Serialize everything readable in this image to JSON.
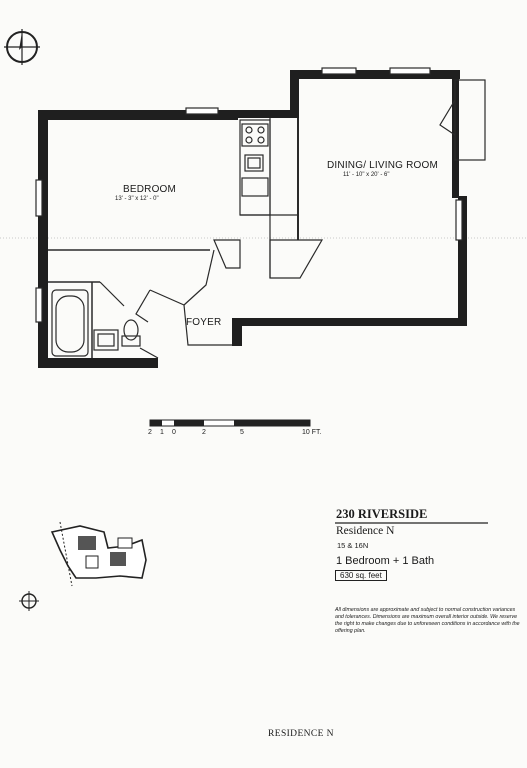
{
  "plan": {
    "rooms": {
      "bedroom": {
        "name": "BEDROOM",
        "dims": "13' - 3\" x 12' - 0\""
      },
      "living": {
        "name": "DINING/ LIVING ROOM",
        "dims": "11' - 10\" x 20' - 6\""
      },
      "foyer": {
        "name": "FOYER"
      }
    },
    "scale": {
      "ticks": [
        "2",
        "1",
        "0",
        "2",
        "5",
        "10 FT."
      ]
    }
  },
  "info": {
    "building": "230 RIVERSIDE",
    "residence": "Residence N",
    "floors": "15 & 16N",
    "unit_type": "1 Bedroom + 1 Bath",
    "area": "630 sq. feet",
    "disclaimer": "All dimensions are approximate and subject to normal construction variances and tolerances. Dimensions are maximum overall interior outside. We reserve the right to make changes due to unforeseen conditions in accordance with the offering plan."
  },
  "footer": {
    "label": "RESIDENCE N"
  },
  "icons": [
    "north-arrow-icon",
    "north-arrow-small-icon",
    "key-plan-icon"
  ],
  "colors": {
    "wall": "#1f1f1f",
    "paper": "#fbfbf9"
  }
}
